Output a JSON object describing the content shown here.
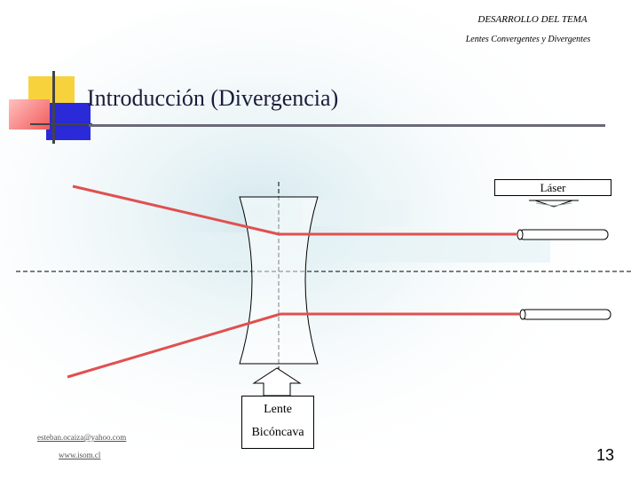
{
  "header": {
    "line1": "DESARROLLO DEL TEMA",
    "line2": "Lentes Convergentes y Divergentes"
  },
  "title": "Introducción (Divergencia)",
  "labels": {
    "laser": "Láser",
    "lens_line1": "Lente",
    "lens_line2": "Bicóncava"
  },
  "footer": {
    "email": "esteban.ocaiza@yahoo.com",
    "website": "www.isom.cl",
    "page_number": "13"
  },
  "colors": {
    "ray": "#e05050",
    "title": "#1c1c3a",
    "logo_yellow": "#f7d23c",
    "logo_blue": "#2a2ad8",
    "logo_red": "#f25a5a",
    "background_tint": "#cfe6ec"
  }
}
